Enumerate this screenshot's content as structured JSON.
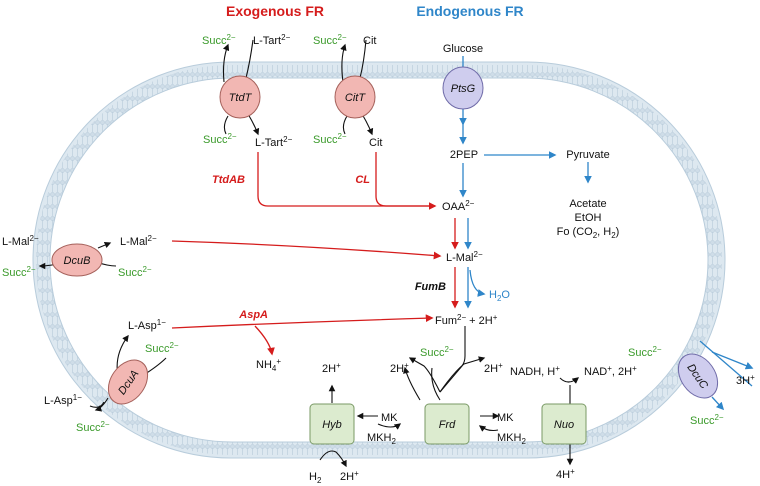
{
  "headers": {
    "exogenous": "Exogenous FR",
    "endogenous": "Endogenous FR"
  },
  "transporters": {
    "ttdt": "TtdT",
    "citt": "CitT",
    "ptsg": "PtsG",
    "dcub": "DcuB",
    "dcua": "DcuA",
    "dcuc": "DcuC"
  },
  "complexes": {
    "hyb": "Hyb",
    "frd": "Frd",
    "nuo": "Nuo"
  },
  "enzymes": {
    "ttdab": "TtdAB",
    "cl": "CL",
    "fumb": "FumB",
    "aspa": "AspA"
  },
  "metabolites": {
    "succ": "Succ",
    "succ_charge": "2−",
    "ltart": "L-Tart",
    "ltart_charge": "2−",
    "cit": "Cit",
    "glucose": "Glucose",
    "pep": "2PEP",
    "pyruvate": "Pyruvate",
    "acetate": "Acetate",
    "etoh": "EtOH",
    "fo": "Fo (CO",
    "fo_sub": "2",
    "fo_mid": ", H",
    "fo_end": ")",
    "oaa": "OAA",
    "oaa_charge": "2−",
    "lmal": "L-Mal",
    "lmal_charge": "2−",
    "h2o": "H",
    "h2o_sub": "2",
    "h2o_end": "O",
    "fum": "Fum",
    "fum_charge": "2−",
    "fum_plus": " + 2H",
    "lasp": "L-Asp",
    "lasp_charge": "1−",
    "nh4": "NH",
    "nh4_sub": "4",
    "nh4_charge": "+",
    "twoh": "2H",
    "hplus": "+",
    "threeh": "3H",
    "fourh": "4H",
    "h2": "H",
    "h2_sub": "2",
    "mk": "MK",
    "mkh2": "MKH",
    "mkh2_sub": "2",
    "nadh": "NADH, H",
    "nad": "NAD",
    "nad_tail": ", 2H"
  },
  "colors": {
    "exogenous": "#d51c1c",
    "endogenous": "#2f86c9",
    "succinate": "#3a9a2a",
    "transporter_red": "#f2b7b3",
    "transporter_blue": "#cfcdee",
    "complex_green": "#dcebcf",
    "membrane": "#c9dbe8"
  }
}
